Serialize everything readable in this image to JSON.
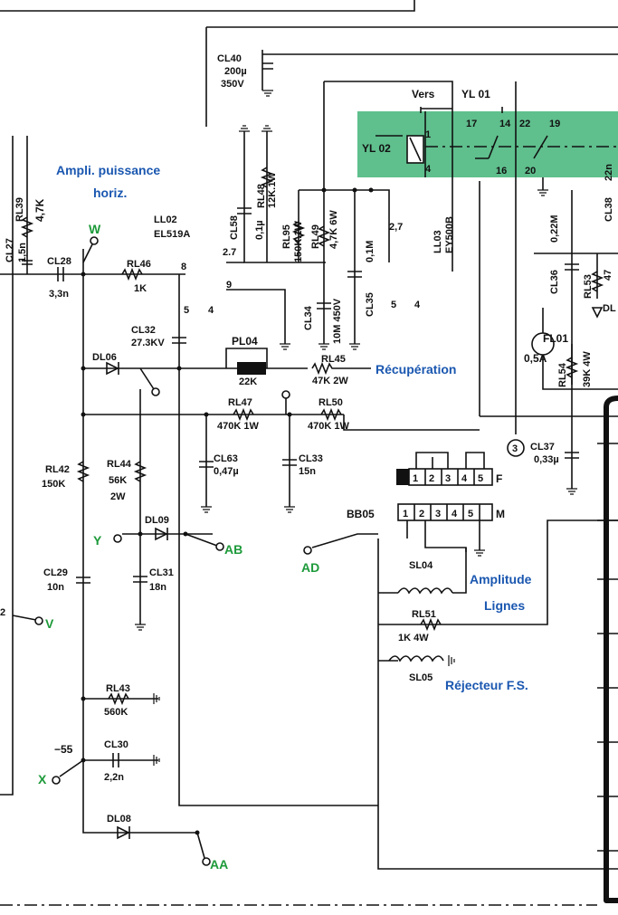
{
  "colors": {
    "ink": "#111111",
    "blue": "#1a57b0",
    "green": "#1d9a3a",
    "relay_fill": "#5fbf8d"
  },
  "annotations": {
    "ampli": "Ampli. puissance",
    "horiz": "horiz.",
    "recuperation": "Récupération",
    "amplitude": "Amplitude",
    "lignes": "Lignes",
    "rejecteur": "Réjecteur F.S.",
    "vers": "Vers"
  },
  "terminals": {
    "W": "W",
    "V": "V",
    "Y": "Y",
    "AB": "AB",
    "AD": "AD",
    "X": "X",
    "AA": "AA"
  },
  "relays": {
    "yl01": "YL 01",
    "yl02": "YL 02",
    "pin1": "1",
    "pin4": "4",
    "p17": "17",
    "p14": "14",
    "p16": "16",
    "p22": "22",
    "p19": "19",
    "p20": "20"
  },
  "tubes": {
    "ll02": "LL02",
    "el519a": "EL519A",
    "ll03": "LL03",
    "ey500b": "EY500B"
  },
  "components": {
    "cl40": "CL40",
    "cl40_val1": "200µ",
    "cl40_val2": "350V",
    "rl39": "RL39",
    "rl39_val": "4,7K",
    "cl27": "CL27",
    "cl27_val": "1,5n",
    "cl28": "CL28",
    "cl28_val": "3,3n",
    "rl46": "RL46",
    "rl46_val": "1K",
    "cl32": "CL32",
    "cl32_val": "27.3KV",
    "cl58": "CL58",
    "cl58_val": "0,1µ",
    "rl48": "RL48",
    "rl48_val": "12K.1W",
    "rl95": "RL95",
    "rl95_val": "150K.1W",
    "rl49": "RL49",
    "rl49_val": "4,7K 6W",
    "cl34": "CL34",
    "cl34_val": "10M 450V",
    "cl35": "CL35",
    "cl35_val": "0,1M",
    "pl04": "PL04",
    "pl04_val": "22K",
    "rl45": "RL45",
    "rl45_val": "47K 2W",
    "dl06": "DL06",
    "rl47": "RL47",
    "rl47_val": "470K 1W",
    "rl50": "RL50",
    "rl50_val": "470K 1W",
    "rl42": "RL42",
    "rl42_val": "150K",
    "rl44": "RL44",
    "rl44_val1": "56K",
    "rl44_val2": "2W",
    "cl63": "CL63",
    "cl63_val": "0,47µ",
    "cl33": "CL33",
    "cl33_val": "15n",
    "dl09": "DL09",
    "cl31": "CL31",
    "cl31_val": "18n",
    "cl29": "CL29",
    "cl29_val": "10n",
    "rl43": "RL43",
    "rl43_val": "560K",
    "cl30": "CL30",
    "cl30_val": "2,2n",
    "dl08": "DL08",
    "minus55": "−55",
    "cl36": "CL36",
    "cl36_val": "0,22M",
    "cl38": "CL38",
    "cl38_val": "22n",
    "rl53": "RL53",
    "rl53_val": "47",
    "dl_partial": "DL",
    "fl01": "FL01",
    "fl01_val": "0,5A",
    "rl54": "RL54",
    "rl54_val": "39K 4W",
    "cl37": "CL37",
    "cl37_val": "0,33µ",
    "circle3": "3",
    "sl04": "SL04",
    "rl51": "RL51",
    "rl51_val": "1K 4W",
    "sl05": "SL05",
    "n8": "8",
    "n9": "9",
    "n27a": "2,7",
    "n27b": "2.7",
    "n2": "2",
    "n5a": "5",
    "n4a": "4",
    "n5b": "5",
    "n4b": "4"
  },
  "connectors": {
    "F": "F",
    "M": "M",
    "bb05": "BB05",
    "pins": [
      "1",
      "2",
      "3",
      "4",
      "5"
    ]
  }
}
